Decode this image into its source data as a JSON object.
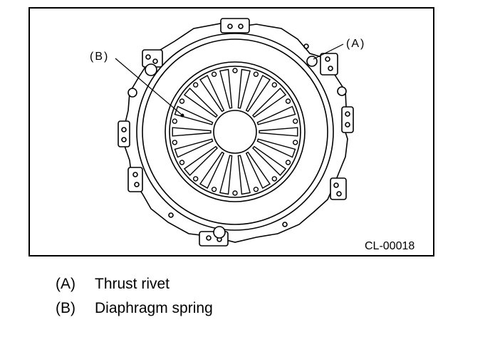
{
  "figure": {
    "figure_id": "CL-00018",
    "callouts": [
      {
        "key": "(A)",
        "part": "thrust-rivet"
      },
      {
        "key": "(B)",
        "part": "diaphragm-spring"
      }
    ]
  },
  "legend": [
    {
      "key": "(A)",
      "label": "Thrust rivet"
    },
    {
      "key": "(B)",
      "label": "Diaphragm spring"
    }
  ],
  "colors": {
    "line": "#000000",
    "background": "#ffffff"
  }
}
